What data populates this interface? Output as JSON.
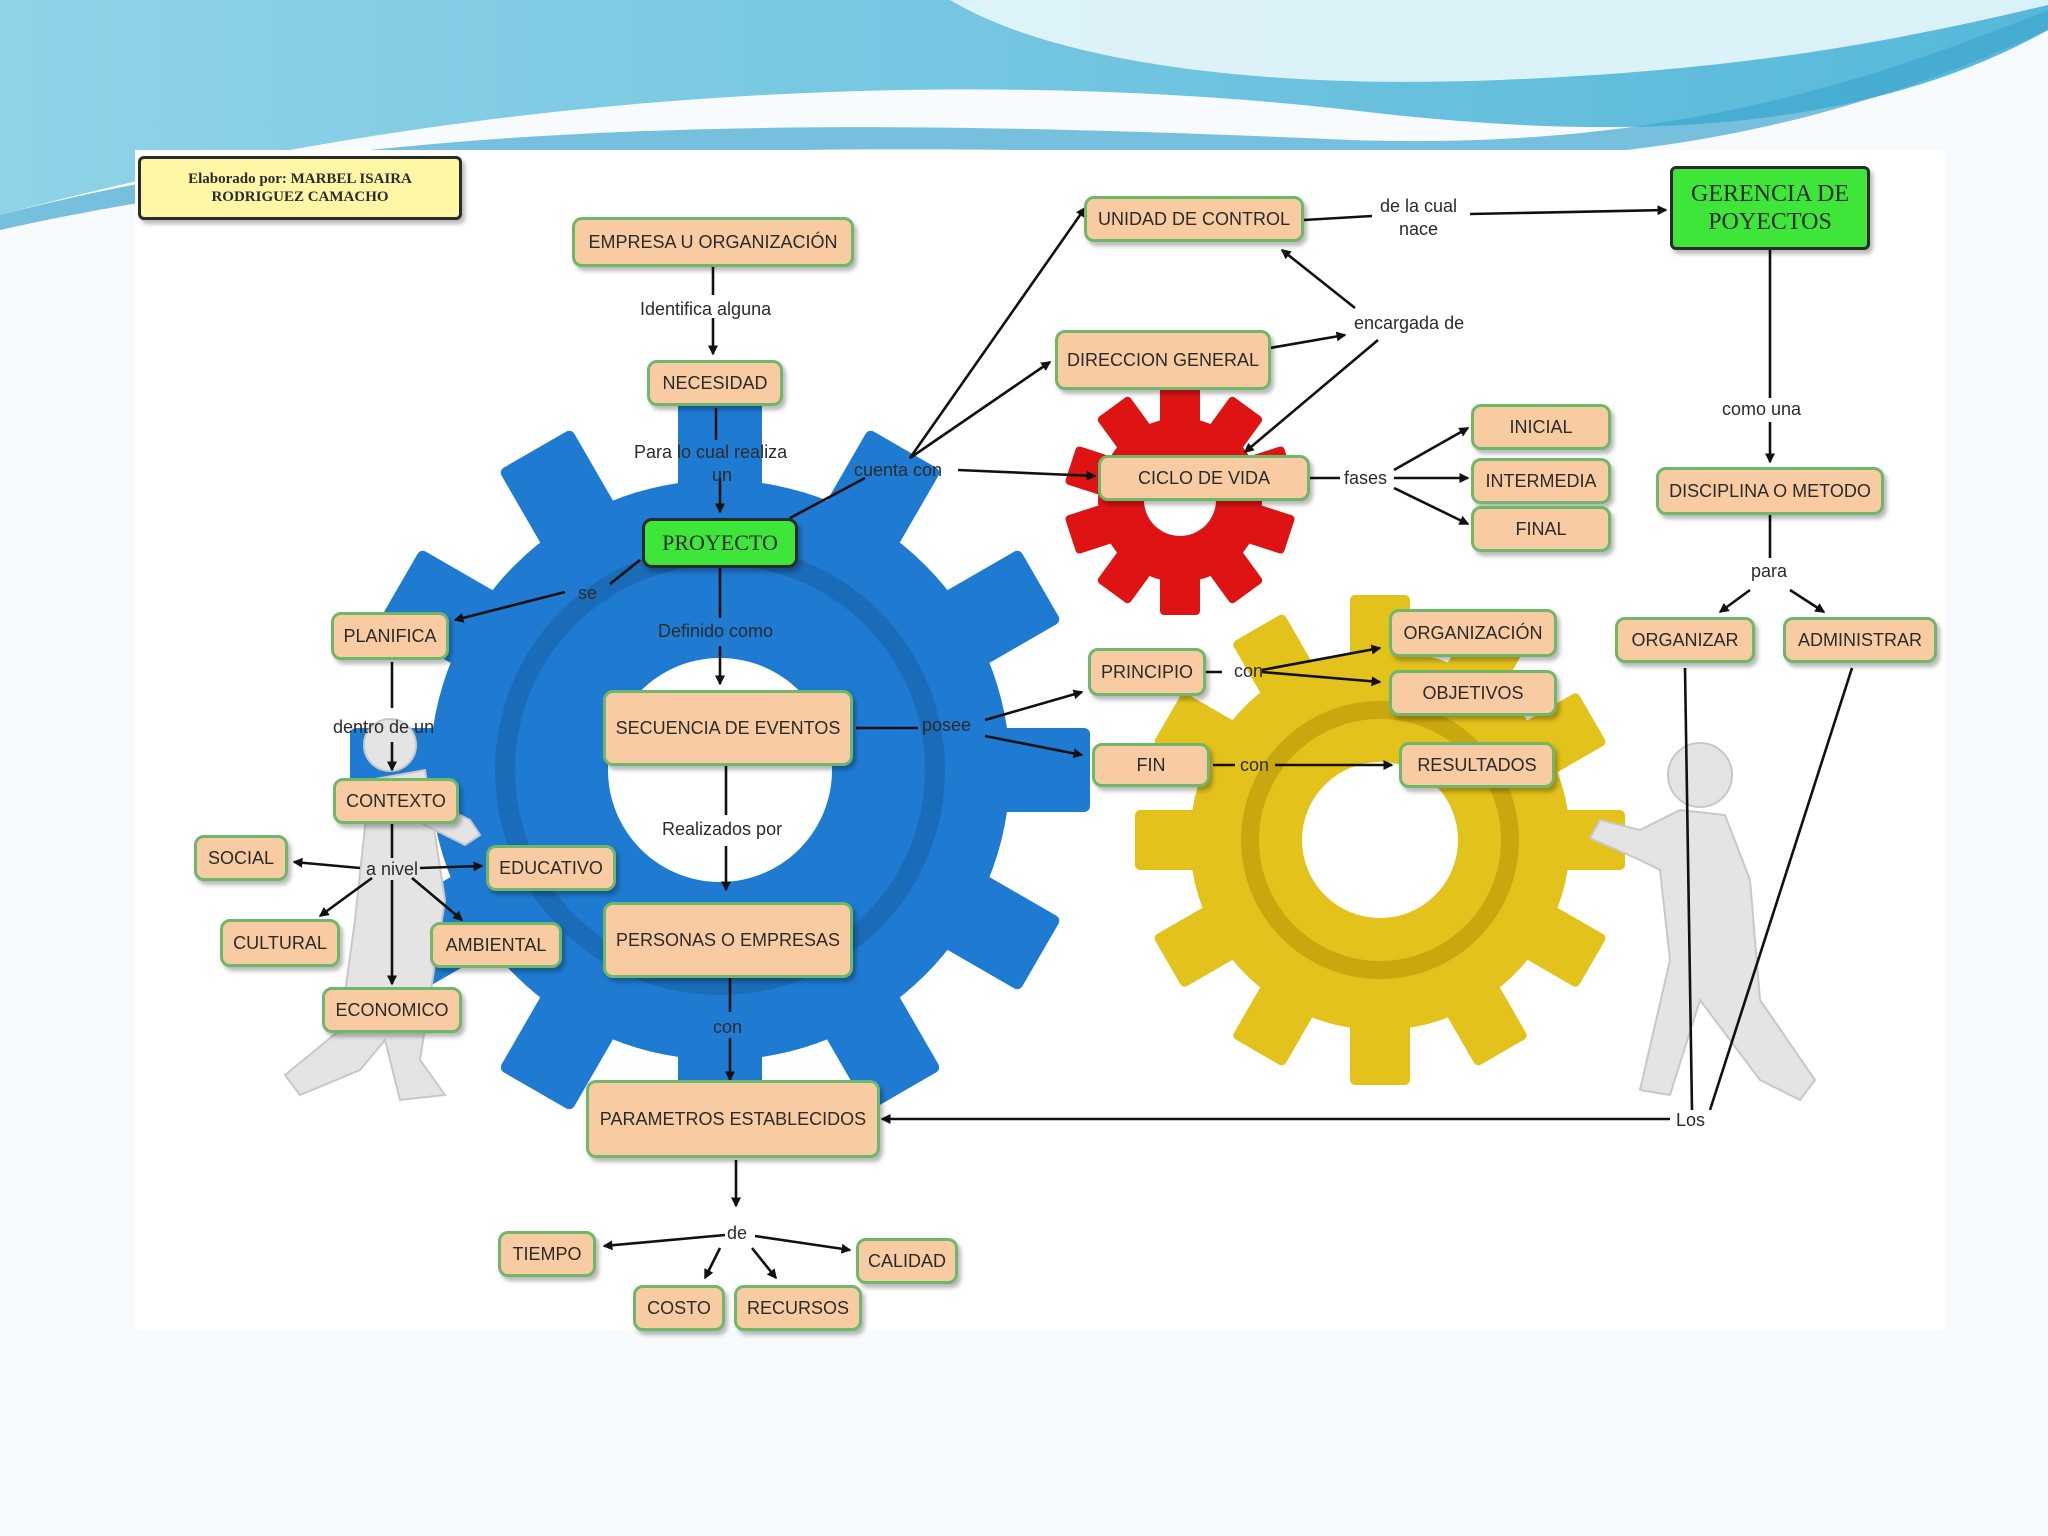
{
  "credit": {
    "line1": "Elaborado por: MARBEL ISAIRA",
    "line2": "RODRIGUEZ CAMACHO"
  },
  "nodes": {
    "empresa": "EMPRESA U ORGANIZACIÓN",
    "necesidad": "NECESIDAD",
    "proyecto": "PROYECTO",
    "planifica": "PLANIFICA",
    "contexto": "CONTEXTO",
    "social": "SOCIAL",
    "educativo": "EDUCATIVO",
    "cultural": "CULTURAL",
    "ambiental": "AMBIENTAL",
    "economico": "ECONOMICO",
    "secuencia": "SECUENCIA DE EVENTOS",
    "personas": "PERSONAS O EMPRESAS",
    "parametros": "PARAMETROS ESTABLECIDOS",
    "tiempo": "TIEMPO",
    "costo": "COSTO",
    "recursos": "RECURSOS",
    "calidad": "CALIDAD",
    "unidad": "UNIDAD DE CONTROL",
    "direccion": "DIRECCION GENERAL",
    "ciclo": "CICLO DE VIDA",
    "inicial": "INICIAL",
    "intermedia": "INTERMEDIA",
    "final": "FINAL",
    "gerencia_1": "GERENCIA DE",
    "gerencia_2": "POYECTOS",
    "disciplina": "DISCIPLINA O METODO",
    "organizar": "ORGANIZAR",
    "administrar": "ADMINISTRAR",
    "principio": "PRINCIPIO",
    "fin": "FIN",
    "organizacion": "ORGANIZACIÓN",
    "objetivos": "OBJETIVOS",
    "resultados": "RESULTADOS"
  },
  "links": {
    "identifica": "Identifica alguna",
    "para_cual_1": "Para lo cual realiza",
    "para_cual_2": "un",
    "cuenta_con": "cuenta con",
    "se": "se",
    "definido": "Definido como",
    "dentro": "dentro de un",
    "a_nivel": "a nivel",
    "posee": "posee",
    "realizados": "Realizados por",
    "con_1": "con",
    "de": "de",
    "de_la_cual_1": "de la cual",
    "de_la_cual_2": "nace",
    "encargada": "encargada de",
    "fases": "fases",
    "como_una": "como una",
    "para": "para",
    "los": "Los",
    "con_2": "con",
    "con_3": "con"
  },
  "colors": {
    "node_fill": "#f8cba3",
    "node_border": "#6fb86a",
    "green_node": "#3ee63a",
    "gear_blue": "#1f7bd1",
    "gear_red": "#de1313",
    "gear_yellow": "#e2c21b",
    "header_wave": "#69c3de"
  }
}
